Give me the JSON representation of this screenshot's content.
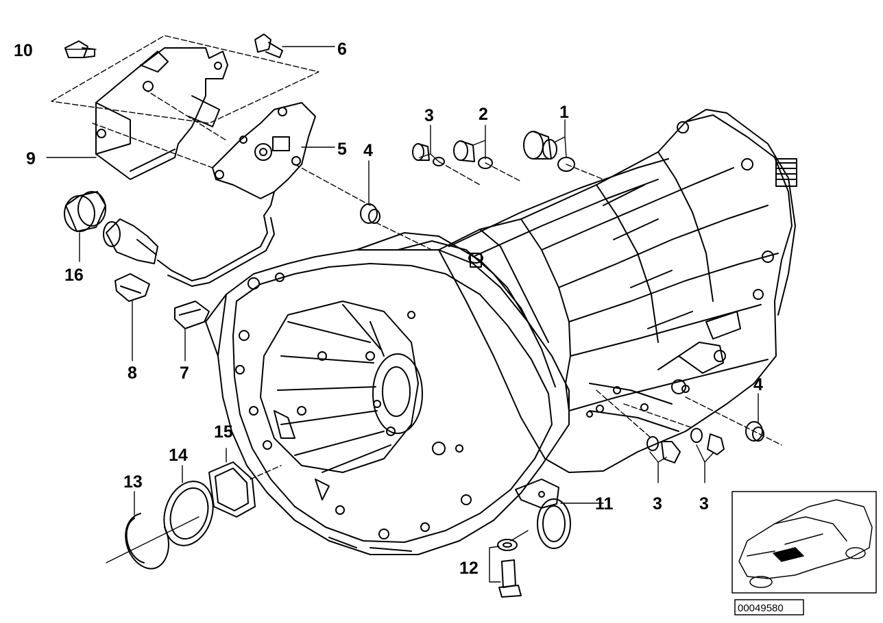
{
  "diagram": {
    "document_number": "00049580",
    "callouts": [
      {
        "id": "c1",
        "text": "1"
      },
      {
        "id": "c2",
        "text": "2"
      },
      {
        "id": "c3a",
        "text": "3"
      },
      {
        "id": "c4a",
        "text": "4"
      },
      {
        "id": "c5",
        "text": "5"
      },
      {
        "id": "c6",
        "text": "6"
      },
      {
        "id": "c9",
        "text": "9"
      },
      {
        "id": "c10",
        "text": "10"
      },
      {
        "id": "c16",
        "text": "16"
      },
      {
        "id": "c8",
        "text": "8"
      },
      {
        "id": "c7",
        "text": "7"
      },
      {
        "id": "c4b",
        "text": "4"
      },
      {
        "id": "c15",
        "text": "15"
      },
      {
        "id": "c14",
        "text": "14"
      },
      {
        "id": "c13",
        "text": "13"
      },
      {
        "id": "c11",
        "text": "11"
      },
      {
        "id": "c3b",
        "text": "3"
      },
      {
        "id": "c3c",
        "text": "3"
      },
      {
        "id": "c12",
        "text": "12"
      }
    ]
  }
}
